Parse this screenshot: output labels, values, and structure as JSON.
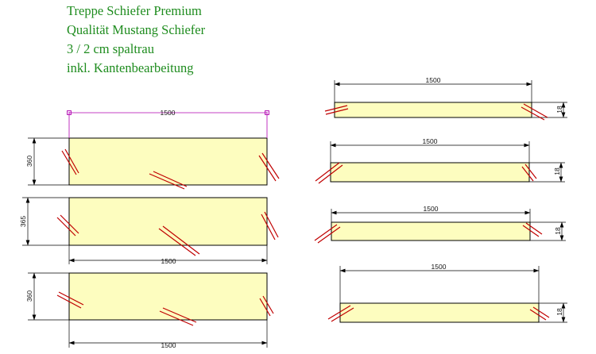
{
  "header": {
    "line1": "Treppe Schiefer Premium",
    "line2": "Qualität Mustang Schiefer",
    "line3": "3 / 2 cm spaltrau",
    "line4": "inkl. Kantenbearbeitung"
  },
  "colors": {
    "title": "#1e8c1e",
    "slab_fill": "#fdfdbf",
    "slab_stroke": "#000000",
    "break_marks": "#c00000",
    "selected_dimension": "#b000b0"
  },
  "treads": [
    {
      "length_label": "1500",
      "depth_label": "360",
      "length_selected": true
    },
    {
      "length_label": "1500",
      "depth_label": "365"
    },
    {
      "length_label": "1500",
      "depth_label": "360"
    }
  ],
  "risers": [
    {
      "length_label": "1500",
      "height_label": "18"
    },
    {
      "length_label": "1500",
      "height_label": "18"
    },
    {
      "length_label": "1500",
      "height_label": "18"
    },
    {
      "length_label": "1500",
      "height_label": "18"
    }
  ]
}
